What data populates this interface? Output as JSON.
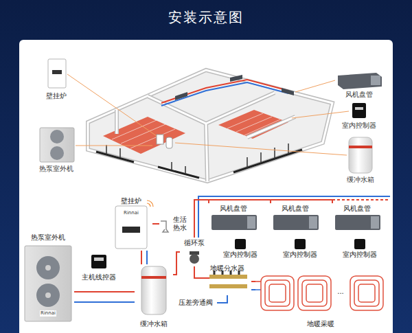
{
  "diagram": {
    "title": "安装示意图",
    "nodes": [
      {
        "text": [
          "热泵室外机"
        ]
      },
      {
        "text": [
          "主机线控器"
        ]
      },
      {
        "text": [
          "壁挂炉"
        ]
      },
      {
        "text": [
          "生活热水"
        ]
      },
      {
        "text": [
          "缓冲水箱"
        ]
      },
      {
        "text": [
          "循环泵"
        ]
      },
      {
        "text": [
          "压差旁通阀"
        ]
      },
      {
        "text": [
          "地暖分水器"
        ]
      },
      {
        "text": [
          "风机盘管"
        ]
      },
      {
        "text": [
          "风机盘管"
        ]
      },
      {
        "text": [
          "风机盘管"
        ]
      },
      {
        "text": [
          "室内控制器"
        ]
      },
      {
        "text": [
          "室内控制器"
        ]
      },
      {
        "text": [
          "室内控制器"
        ]
      },
      {
        "text": [
          "地暖采暖"
        ]
      }
    ],
    "edges": [
      {
        "from": 0,
        "to": 4,
        "arrow": "none"
      },
      {
        "from": 2,
        "to": 4,
        "arrow": "none"
      },
      {
        "from": 2,
        "to": 3,
        "arrow": "none"
      },
      {
        "from": 4,
        "to": 5,
        "arrow": "none"
      },
      {
        "from": 5,
        "to": 7,
        "arrow": "none"
      },
      {
        "from": 6,
        "to": 7,
        "arrow": "none"
      },
      {
        "from": 5,
        "to": 8,
        "arrow": "none"
      },
      {
        "from": 5,
        "to": 9,
        "arrow": "none"
      },
      {
        "from": 5,
        "to": 10,
        "arrow": "none"
      },
      {
        "from": 7,
        "to": 14,
        "arrow": "none"
      }
    ],
    "labels": [
      "壁挂炉",
      "热泵室外机",
      "风机盘管",
      "室内控制器",
      "缓冲水箱",
      "Rinnai",
      "Rinnai",
      "..."
    ]
  }
}
